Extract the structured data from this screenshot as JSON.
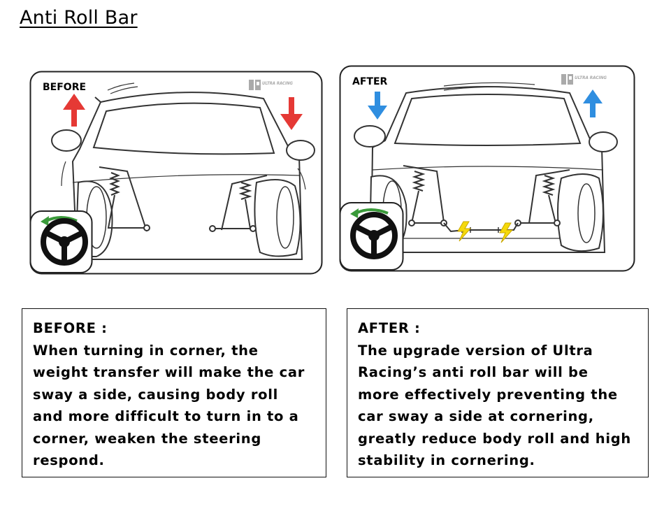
{
  "title": "Anti Roll Bar",
  "before_panel": {
    "label": "BEFORE",
    "brand": "ULTRA RACING",
    "left_arrow": "up",
    "right_arrow": "down",
    "arrow_color": "#e53935"
  },
  "after_panel": {
    "label": "AFTER",
    "brand": "ULTRA RACING",
    "left_arrow": "down",
    "right_arrow": "up",
    "arrow_color": "#2f8ee0"
  },
  "before_text": {
    "heading": "BEFORE :",
    "body": "When turning in corner, the\nweight transfer will make the car\nsway a side, causing body roll\nand more difficult to turn in to a\ncorner, weaken the steering\nrespond."
  },
  "after_text": {
    "heading": "AFTER :",
    "body": "The upgrade version of Ultra\nRacing’s anti roll bar will be\nmore effectively preventing the\ncar sway a side at cornering,\ngreatly reduce body roll and high\nstability in cornering."
  },
  "icons": [
    "steering-wheel-icon",
    "turn-arrow-icon",
    "brand-logo-icon",
    "red-up-arrow-icon",
    "red-down-arrow-icon",
    "blue-down-arrow-icon",
    "blue-up-arrow-icon"
  ]
}
